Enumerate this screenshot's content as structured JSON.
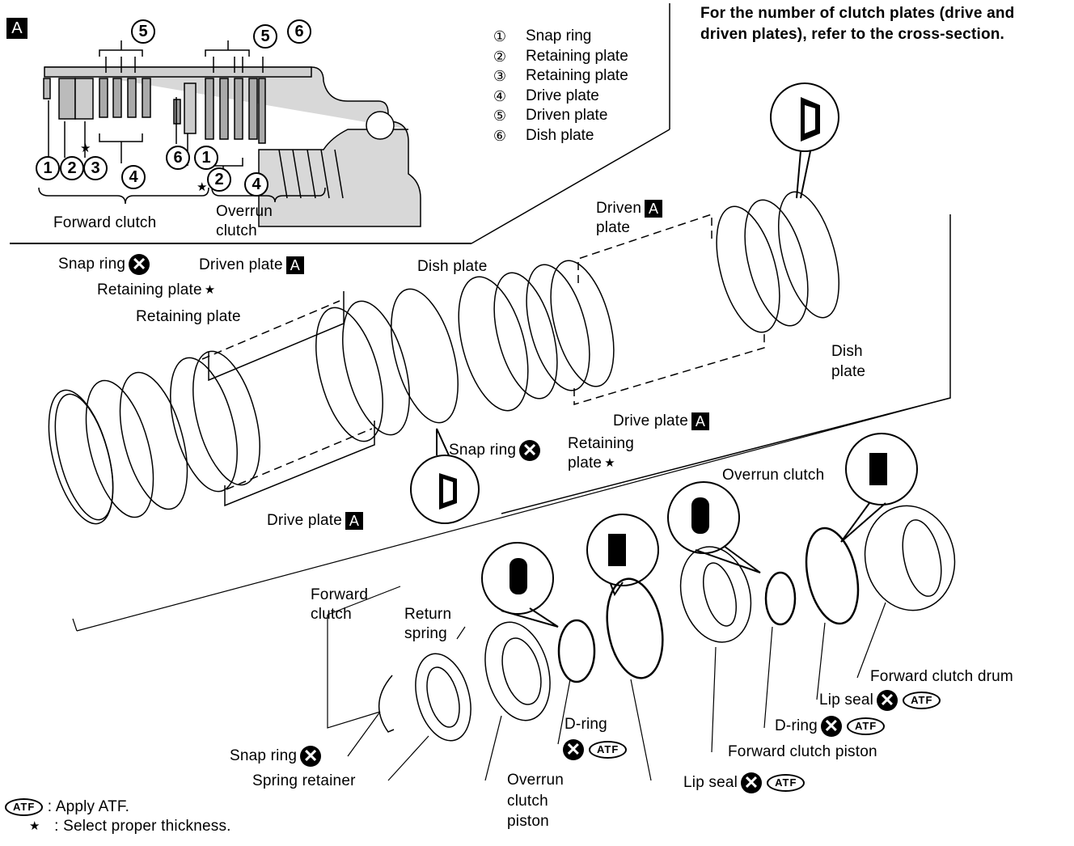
{
  "panel_tag": "A",
  "note": "For the number of clutch plates (drive and driven plates), refer to the cross-section.",
  "cross_section": {
    "callouts": {
      "fwd_1": "1",
      "fwd_2": "2",
      "fwd_3": "3",
      "fwd_4": "4",
      "fwd_5": "5",
      "fwd_6": "6",
      "ovr_1": "1",
      "ovr_2": "2",
      "ovr_4": "4",
      "ovr_5": "5",
      "ovr_6": "6"
    },
    "group_forward": "Forward clutch",
    "group_overrun_line1": "Overrun",
    "group_overrun_line2": "clutch"
  },
  "key": [
    {
      "num": "①",
      "label": "Snap ring"
    },
    {
      "num": "②",
      "label": "Retaining plate"
    },
    {
      "num": "③",
      "label": "Retaining plate"
    },
    {
      "num": "④",
      "label": "Drive plate"
    },
    {
      "num": "⑤",
      "label": "Driven plate"
    },
    {
      "num": "⑥",
      "label": "Dish plate"
    }
  ],
  "symbols": {
    "x_mark": "✕",
    "atf": "ATF",
    "star": "★",
    "ref_a": "A"
  },
  "forward_clutch_labels": {
    "snap_ring": "Snap ring",
    "retaining_plate_star": "Retaining plate",
    "retaining_plate": "Retaining plate",
    "driven_plate": "Driven plate",
    "dish_plate": "Dish plate",
    "drive_plate": "Drive plate",
    "group_line1": "Forward",
    "group_line2": "clutch"
  },
  "overrun_clutch_labels": {
    "driven_plate_line1": "Driven",
    "driven_plate_line2": "plate",
    "dish_plate_line1": "Dish",
    "dish_plate_line2": "plate",
    "drive_plate": "Drive plate",
    "snap_ring": "Snap ring",
    "retaining_plate_line1": "Retaining",
    "retaining_plate_line2": "plate",
    "group": "Overrun clutch"
  },
  "piston_labels": {
    "return_spring_line1": "Return",
    "return_spring_line2": "spring",
    "snap_ring": "Snap ring",
    "spring_retainer": "Spring retainer",
    "overrun_piston_line1": "Overrun",
    "overrun_piston_line2": "clutch",
    "overrun_piston_line3": "piston",
    "d_ring_1": "D-ring",
    "lip_seal_1": "Lip seal",
    "forward_piston": "Forward clutch piston",
    "d_ring_2": "D-ring",
    "lip_seal_2": "Lip seal",
    "forward_drum": "Forward clutch drum"
  },
  "legend": [
    {
      "symbol": "ATF",
      "text": ": Apply ATF."
    },
    {
      "symbol": "★",
      "text": ": Select proper thickness."
    }
  ]
}
